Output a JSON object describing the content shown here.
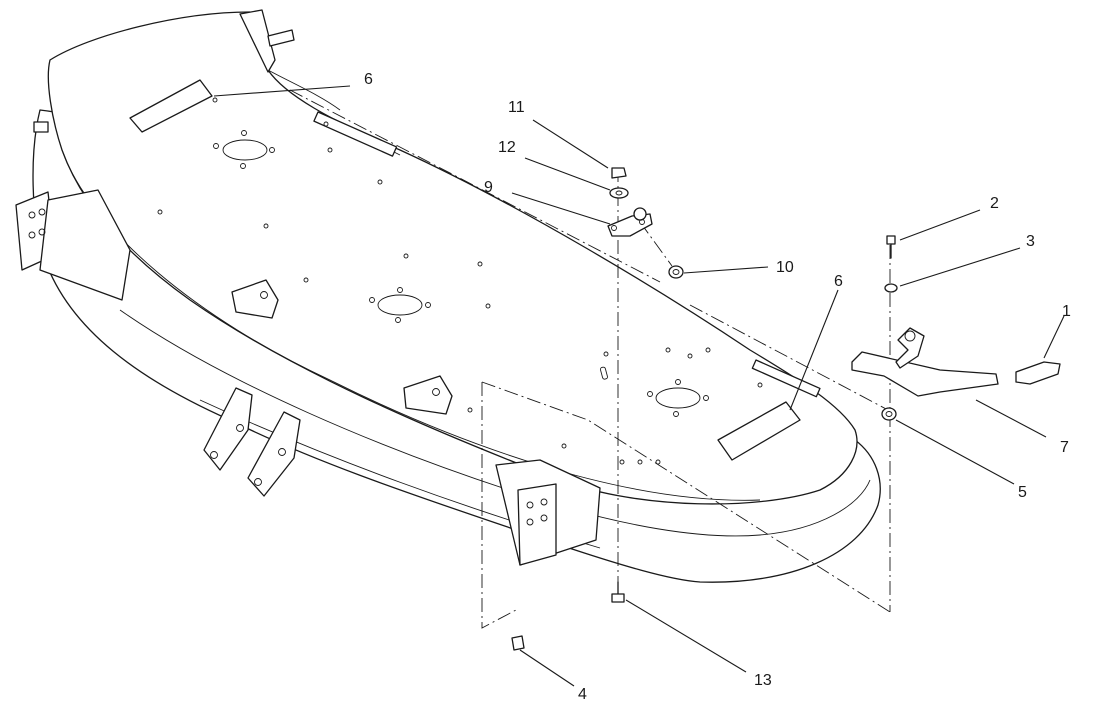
{
  "diagram": {
    "callouts": {
      "c1": "1",
      "c2": "2",
      "c3": "3",
      "c4": "4",
      "c5": "5",
      "c6a": "6",
      "c6b": "6",
      "c7": "7",
      "c9": "9",
      "c10": "10",
      "c11": "11",
      "c12": "12",
      "c13": "13"
    }
  }
}
